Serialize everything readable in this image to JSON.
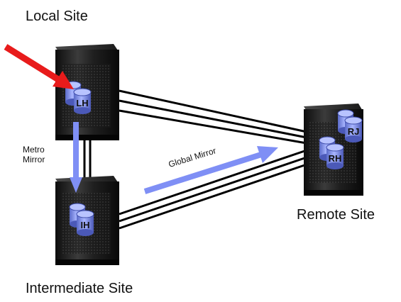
{
  "sites": {
    "local": "Local Site",
    "intermediate": "Intermediate Site",
    "remote": "Remote Site"
  },
  "volumes": {
    "lh": "LH",
    "ih": "IH",
    "rj": "RJ",
    "rh": "RH"
  },
  "links": {
    "metro_line1": "Metro",
    "metro_line2": "Mirror",
    "global": "Global Mirror"
  },
  "colors": {
    "server_dark": "#1c1c1c",
    "server_mid": "#3a3a3a",
    "disk_blue": "#8a9cf0",
    "disk_dark": "#2d3a8a",
    "arrow_blue": "#7f8ff5",
    "arrow_red": "#e81b1b"
  },
  "icons": {
    "server": "storage-server-icon",
    "disk": "disk-stack-icon"
  }
}
